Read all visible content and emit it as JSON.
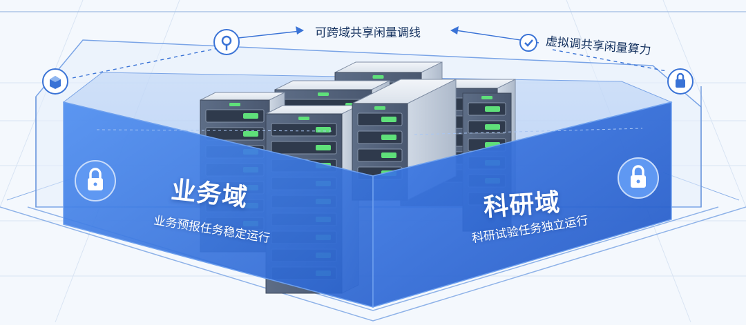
{
  "labels": {
    "cross_domain": "可跨域共享闲量调线",
    "virtual_compute": "虚拟调共享闲量算力"
  },
  "domains": [
    {
      "title": "业务域",
      "subtitle": "业务预报任务稳定运行"
    },
    {
      "title": "科研域",
      "subtitle": "科研试验任务独立运行"
    }
  ],
  "icons": [
    "cube-icon",
    "search-icon",
    "check-circle-icon",
    "lock-icon"
  ],
  "colors": {
    "accent": "#2f6fd8",
    "accent_dark": "#1f55b8",
    "line": "#3a73d6",
    "led": "#5fe07a",
    "background": "#f4f8fd"
  }
}
